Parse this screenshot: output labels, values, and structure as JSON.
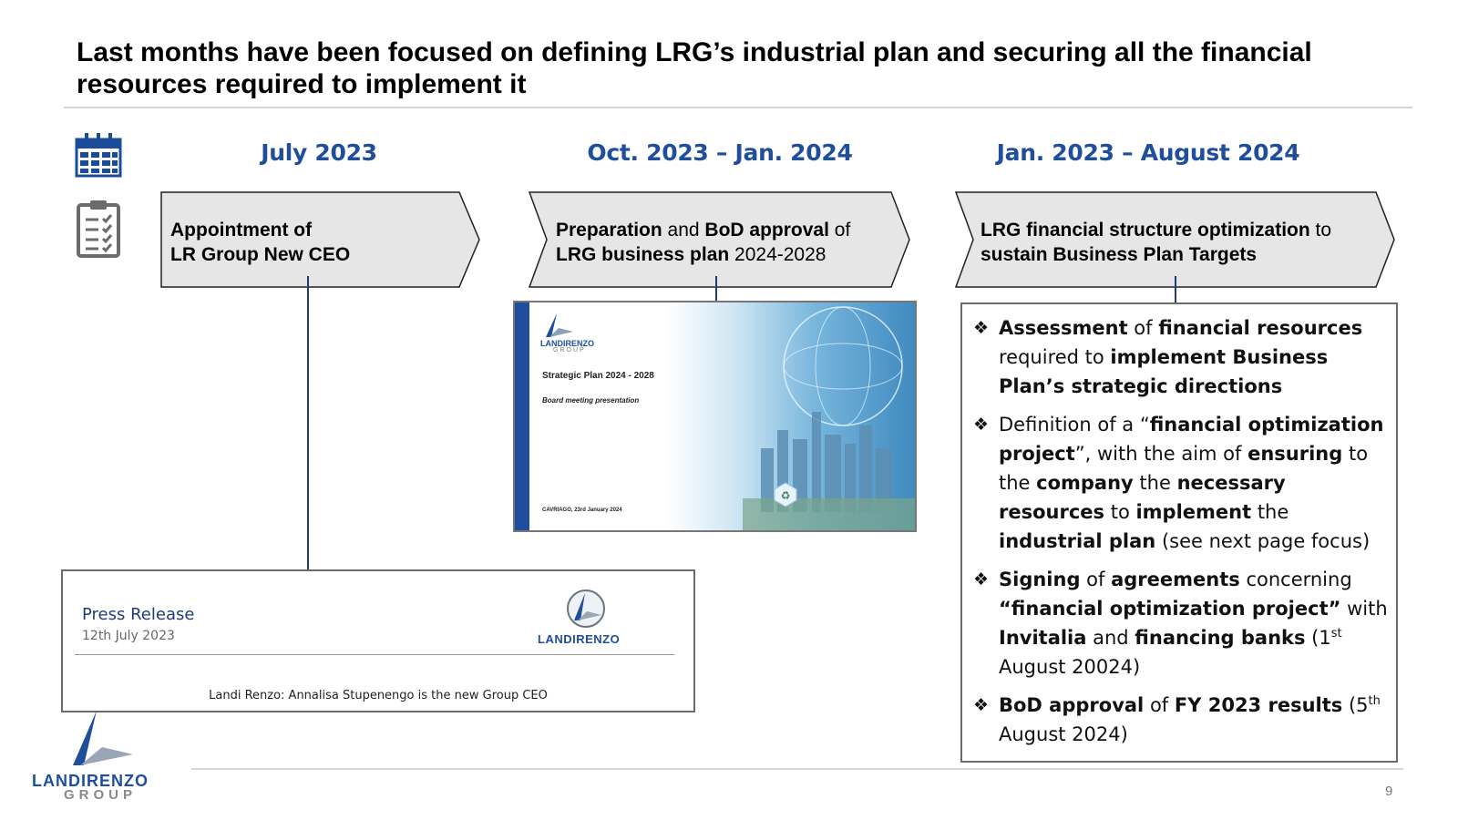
{
  "slide": {
    "title": "Last months have been focused on defining LRG’s industrial plan and securing all the financial resources required to implement it",
    "page_number": "9"
  },
  "timeline": {
    "col1": {
      "date": "July 2023",
      "chevron": {
        "b1": "Appointment of",
        "b2": "LR Group New CEO"
      }
    },
    "col2": {
      "date": "Oct. 2023 – Jan. 2024",
      "chevron": {
        "b1": "Preparation",
        "t1": " and ",
        "b2": "BoD approval",
        "t2": " of",
        "b3": "LRG business plan",
        "t3": " 2024-2028"
      }
    },
    "col3": {
      "date": "Jan. 2023 – August 2024",
      "chevron": {
        "b1": "LRG financial structure optimization",
        "t1": " to",
        "b2": "sustain Business Plan Targets"
      }
    }
  },
  "press_release": {
    "title": "Press Release",
    "date": "12th July 2023",
    "logo_text": "LANDIRENZO",
    "headline": "Landi Renzo: Annalisa Stupenengo is the new Group CEO"
  },
  "strategic_plan_cover": {
    "logo_text": "LANDIRENZO",
    "logo_sub": "GROUP",
    "title": "Strategic Plan 2024 - 2028",
    "subtitle": "Board meeting presentation",
    "footer": "CAVRIAGO, 23rd January 2024"
  },
  "bullets": [
    {
      "parts": [
        {
          "t": "Assessment",
          "b": true
        },
        {
          "t": " of ",
          "b": false
        },
        {
          "t": "financial resources",
          "b": true
        },
        {
          "t": " required to ",
          "b": false
        },
        {
          "t": "implement Business Plan’s strategic directions",
          "b": true
        }
      ]
    },
    {
      "parts": [
        {
          "t": "Definition of a “",
          "b": false
        },
        {
          "t": "financial optimization project",
          "b": true
        },
        {
          "t": "”, with the aim of ",
          "b": false
        },
        {
          "t": "ensuring",
          "b": true
        },
        {
          "t": " to the ",
          "b": false
        },
        {
          "t": "company",
          "b": true
        },
        {
          "t": " the ",
          "b": false
        },
        {
          "t": "necessary resources",
          "b": true
        },
        {
          "t": " to ",
          "b": false
        },
        {
          "t": "implement",
          "b": true
        },
        {
          "t": " the ",
          "b": false
        },
        {
          "t": "industrial plan",
          "b": true
        },
        {
          "t": " (see next page focus)",
          "b": false
        }
      ]
    },
    {
      "parts": [
        {
          "t": "Signing",
          "b": true
        },
        {
          "t": " of ",
          "b": false
        },
        {
          "t": "agreements",
          "b": true
        },
        {
          "t": " concerning ",
          "b": false
        },
        {
          "t": "“financial optimization project”",
          "b": true
        },
        {
          "t": " with ",
          "b": false
        },
        {
          "t": "Invitalia",
          "b": true
        },
        {
          "t": " and ",
          "b": false
        },
        {
          "t": "financing banks",
          "b": true
        },
        {
          "t": " (1",
          "b": false
        },
        {
          "t": "st",
          "b": false,
          "sup": true
        },
        {
          "t": " August 20024)",
          "b": false
        }
      ]
    },
    {
      "parts": [
        {
          "t": "BoD approval",
          "b": true
        },
        {
          "t": " of ",
          "b": false
        },
        {
          "t": "FY 2023 results",
          "b": true
        },
        {
          "t": " (5",
          "b": false
        },
        {
          "t": "th",
          "b": false,
          "sup": true
        },
        {
          "t": " August 2024)",
          "b": false
        }
      ]
    }
  ],
  "footer_logo": {
    "text": "LANDIRENZO",
    "sub": "GROUP"
  },
  "icons": {
    "calendar": "calendar-icon",
    "checklist": "checklist-icon",
    "bullet": "diamond-bullet-icon",
    "recycle": "recycle-icon"
  },
  "colors": {
    "accent_blue": "#1f4e9c",
    "connector": "#1f3b7a",
    "chevron_fill": "#e6e6e6",
    "icon_blue": "#1b4c9c",
    "icon_gray": "#6b6b6b"
  }
}
